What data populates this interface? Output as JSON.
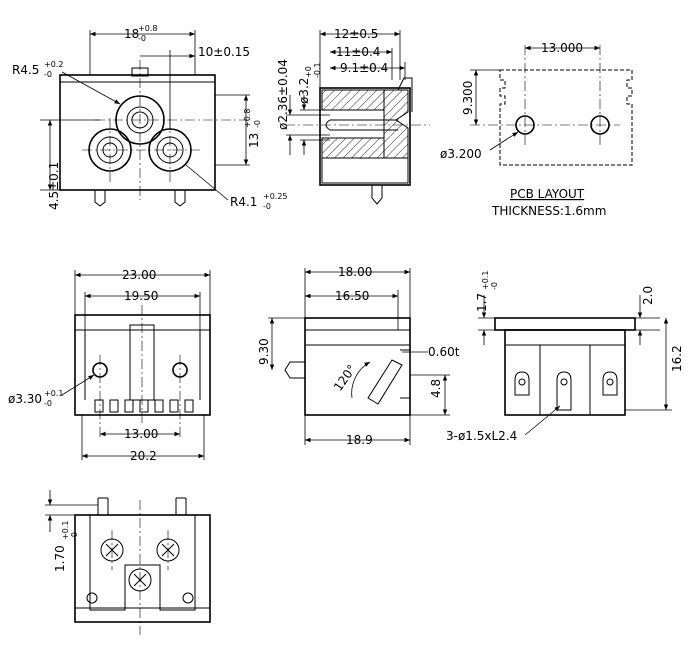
{
  "front_view": {
    "dim_width": "18",
    "dim_width_tol_top": "+0.8",
    "dim_width_tol_bot": "-0",
    "dim_pin_spacing": "10±0.15",
    "radius_top": "R4.5",
    "radius_top_tol_top": "+0.2",
    "radius_top_tol_bot": "-0",
    "dim_height": "13",
    "dim_height_tol_top": "+0.8",
    "dim_height_tol_bot": "-0",
    "dim_base": "4.5±0.1",
    "radius_bottom": "R4.1",
    "radius_bottom_tol_top": "+0.25",
    "radius_bottom_tol_bot": "-0"
  },
  "side_view": {
    "dim_a": "12±0.5",
    "dim_b": "11±0.4",
    "dim_c": "9.1±0.4",
    "dia_pin": "ø2.36±0.04",
    "dia_hole": "ø3.2",
    "dia_hole_tol_top": "+0",
    "dia_hole_tol_bot": "-0.1"
  },
  "pcb_layout": {
    "dim_spacing": "13.000",
    "dim_height": "9.300",
    "dia_hole": "ø3.200",
    "title": "PCB LAYOUT",
    "thickness": "THICKNESS:1.6mm"
  },
  "bottom_front": {
    "dim_23": "23.00",
    "dim_19": "19.50",
    "dim_13": "13.00",
    "dim_20": "20.2",
    "dia": "ø3.30",
    "dia_tol_top": "+0.1",
    "dia_tol_bot": "-0"
  },
  "bottom_side": {
    "dim_18": "18.00",
    "dim_16": "16.50",
    "dim_9": "9.30",
    "dim_thk": "0.60t",
    "angle": "120°",
    "dim_48": "4.8",
    "dim_189": "18.9"
  },
  "bottom_right": {
    "dim_17": "1.7",
    "dim_17_tol_top": "+0.1",
    "dim_17_tol_bot": "-0",
    "dim_20": "2.0",
    "dim_162": "16.2",
    "pins": "3-ø1.5xL2.4"
  },
  "bottom_view": {
    "dim_170": "1.70",
    "dim_170_tol_top": "+0.1",
    "dim_170_tol_bot": "-0"
  }
}
